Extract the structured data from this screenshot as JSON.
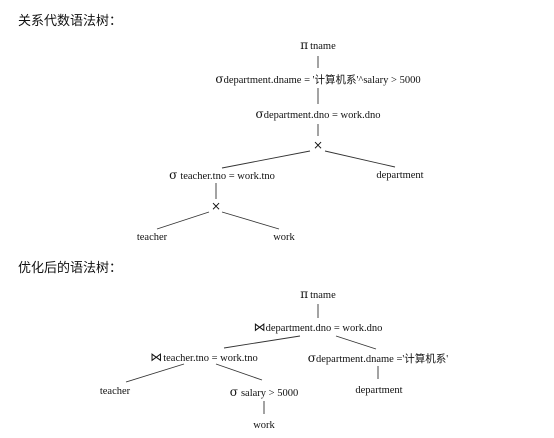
{
  "tree1": {
    "heading": "关系代数语法树：",
    "project_symbol": "π",
    "project_attr": "tname",
    "select1_symbol": "σ",
    "select1_cond": "department.dname = '计算机系'^salary > 5000",
    "select2_symbol": "σ",
    "select2_cond": "department.dno = work.dno",
    "product1_symbol": "×",
    "select3_symbol": "σ",
    "select3_cond": "teacher.tno = work.tno",
    "department_label": "department",
    "product2_symbol": "×",
    "teacher_label": "teacher",
    "work_label": "work"
  },
  "tree2": {
    "heading": "优化后的语法树：",
    "project_symbol": "π",
    "project_attr": "tname",
    "join1_symbol": "⋈",
    "join1_cond": "department.dno = work.dno",
    "join2_symbol": "⋈",
    "join2_cond": "teacher.tno = work.tno",
    "select_dept_symbol": "σ",
    "select_dept_cond": "department.dname ='计算机系'",
    "teacher_label": "teacher",
    "select_salary_symbol": "σ",
    "select_salary_cond": "salary > 5000",
    "department_label": "department",
    "work_label": "work"
  }
}
